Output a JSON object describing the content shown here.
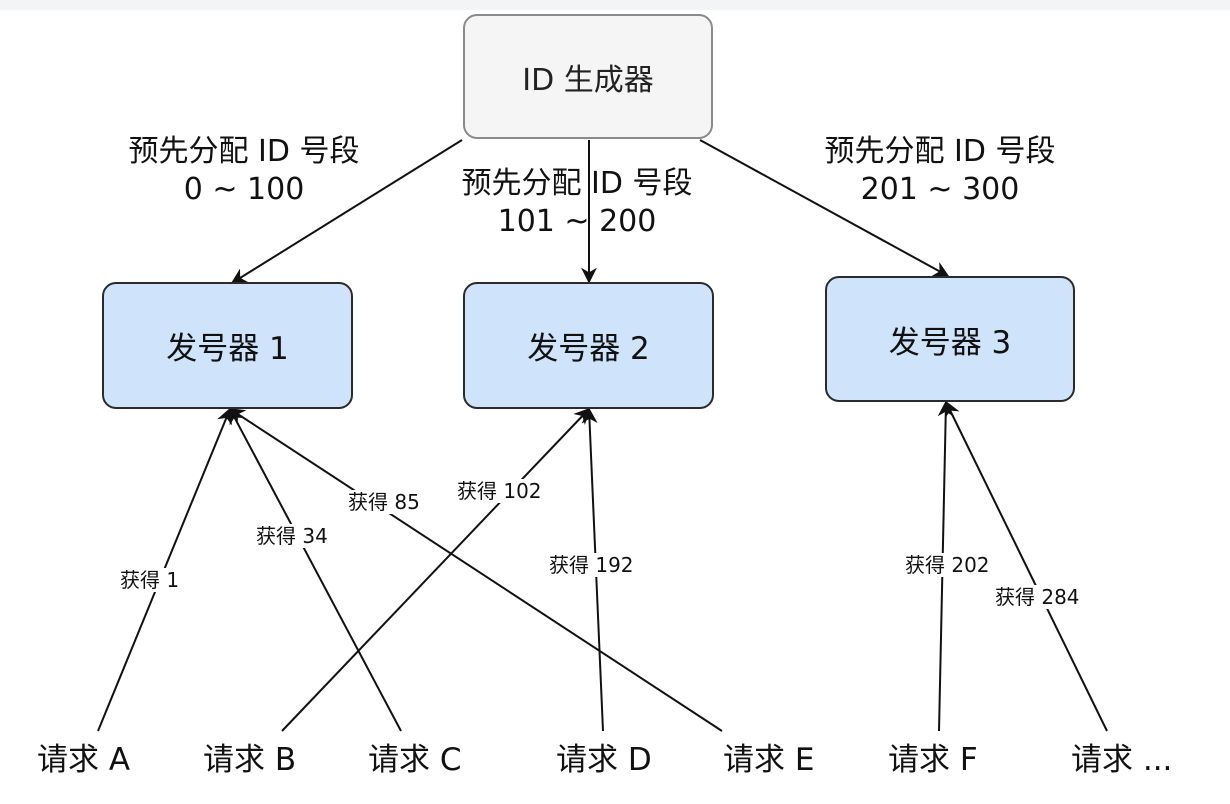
{
  "generator": {
    "label": "ID 生成器"
  },
  "issuers": [
    {
      "label": "发号器 1"
    },
    {
      "label": "发号器 2"
    },
    {
      "label": "发号器 3"
    }
  ],
  "allocations": [
    {
      "line1": "预先分配 ID 号段",
      "line2": "0 ~ 100"
    },
    {
      "line1": "预先分配 ID 号段",
      "line2": "101 ~ 200"
    },
    {
      "line1": "预先分配 ID 号段",
      "line2": "201 ~ 300"
    }
  ],
  "requests": [
    {
      "label": "请求 A",
      "get_label": "获得 1"
    },
    {
      "label": "请求 B",
      "get_label": "获得 102"
    },
    {
      "label": "请求 C",
      "get_label": "获得 34"
    },
    {
      "label": "请求 D",
      "get_label": "获得 192"
    },
    {
      "label": "请求 E",
      "get_label": "获得 85"
    },
    {
      "label": "请求 F",
      "get_label": "获得 202"
    },
    {
      "label": "请求 ...",
      "get_label": "获得 284"
    }
  ],
  "colors": {
    "generator_fill": "#f5f5f5",
    "issuer_fill": "#cfe4fb",
    "line": "#111111"
  }
}
